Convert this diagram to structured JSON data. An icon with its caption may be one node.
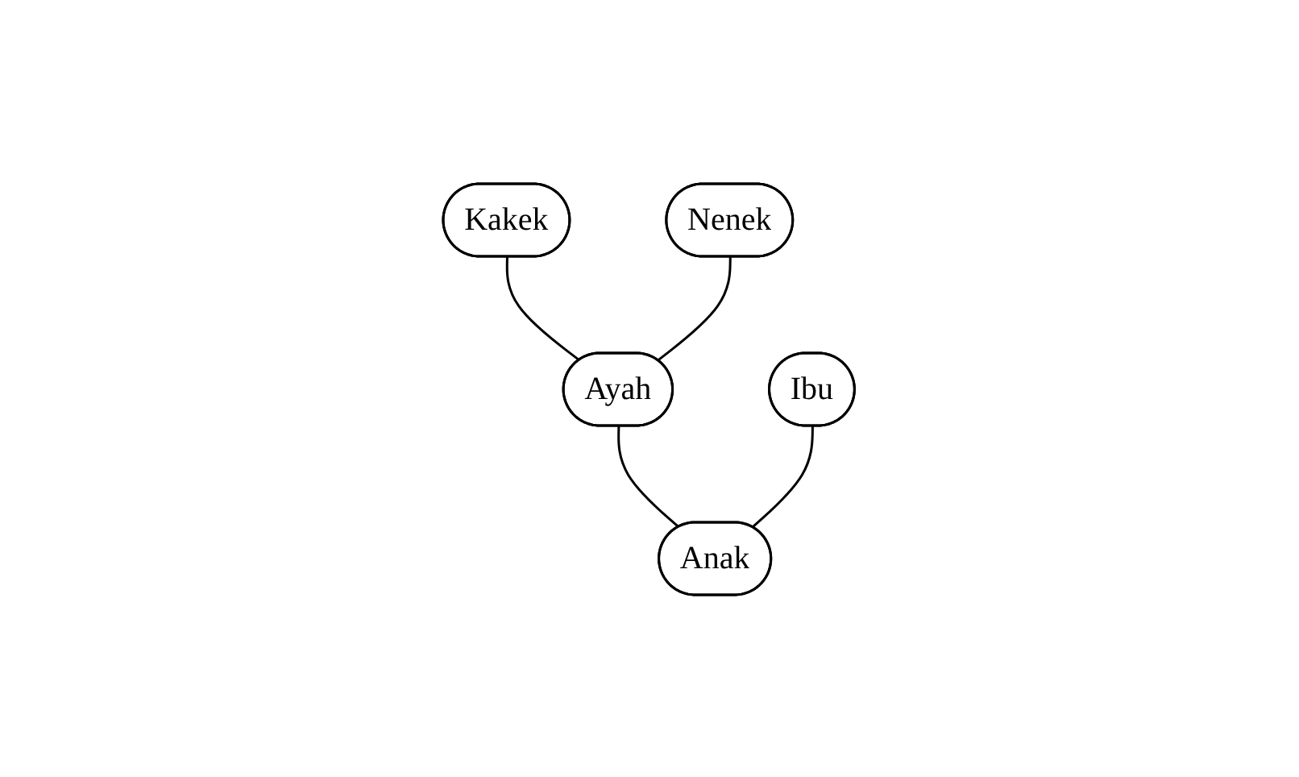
{
  "diagram": {
    "nodes": [
      {
        "text": [
          "Kakek"
        ]
      },
      {
        "text": [
          "Nenek"
        ]
      },
      {
        "text": [
          "Ayah"
        ]
      },
      {
        "text": [
          "Ibu"
        ]
      },
      {
        "text": [
          "Anak"
        ]
      }
    ],
    "edges": [
      {
        "from": 0,
        "to": 2,
        "arrow": "none"
      },
      {
        "from": 1,
        "to": 2,
        "arrow": "none"
      },
      {
        "from": 2,
        "to": 4,
        "arrow": "none"
      },
      {
        "from": 3,
        "to": 4,
        "arrow": "none"
      }
    ]
  }
}
